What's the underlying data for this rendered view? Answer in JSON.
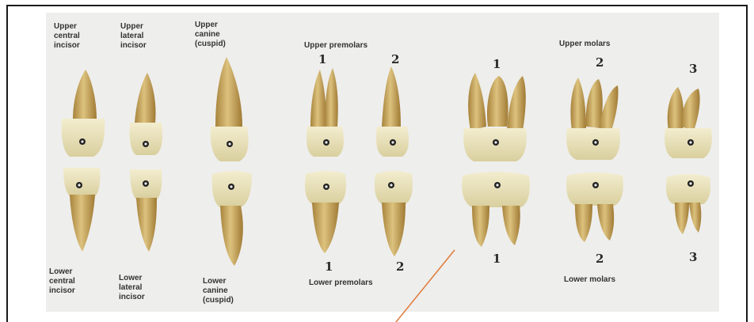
{
  "labels": {
    "upper_central_incisor": "Upper\ncentral\nincisor",
    "upper_lateral_incisor": "Upper\nlateral\nincisor",
    "upper_canine": "Upper\ncanine\n(cuspid)",
    "upper_premolars": "Upper premolars",
    "upper_molars": "Upper molars",
    "lower_central_incisor": "Lower\ncentral\nincisor",
    "lower_lateral_incisor": "Lower\nlateral\nincisor",
    "lower_canine": "Lower\ncanine\n(cuspid)",
    "lower_premolars": "Lower premolars",
    "lower_molars": "Lower molars"
  },
  "numbers": {
    "upper_premolar_1": "1",
    "upper_premolar_2": "2",
    "upper_molar_1": "1",
    "upper_molar_2": "2",
    "upper_molar_3": "3",
    "lower_premolar_1": "1",
    "lower_premolar_2": "2",
    "lower_molar_1": "1",
    "lower_molar_2": "2",
    "lower_molar_3": "3"
  },
  "colors": {
    "tooth_root": "#c9a85c",
    "tooth_crown": "#ece6c4",
    "pointer_line": "#e07a3a",
    "plate_background": "#eeeeec"
  }
}
